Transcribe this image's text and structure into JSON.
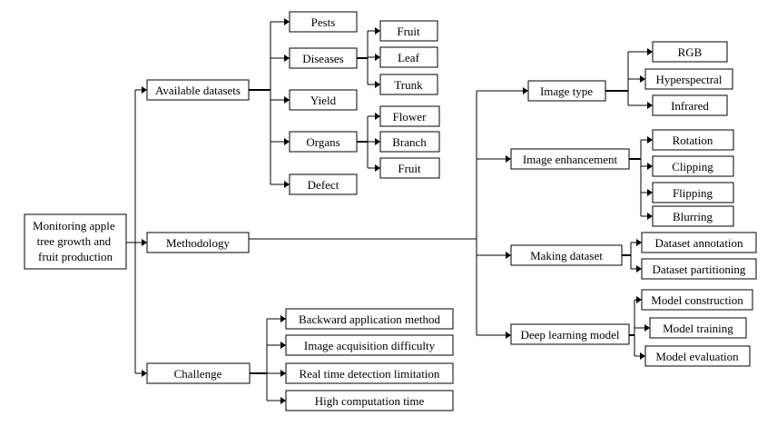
{
  "root": {
    "lines": [
      "Monitoring apple",
      "tree growth and",
      "fruit production"
    ]
  },
  "level1": {
    "available_datasets": "Available datasets",
    "methodology": "Methodology",
    "challenge": "Challenge"
  },
  "datasets": {
    "pests": "Pests",
    "diseases": "Diseases",
    "yield": "Yield",
    "organs": "Organs",
    "defect": "Defect",
    "disease_fruit": "Fruit",
    "disease_leaf": "Leaf",
    "disease_trunk": "Trunk",
    "organ_flower": "Flower",
    "organ_branch": "Branch",
    "organ_fruit": "Fruit"
  },
  "methodology": {
    "image_type": "Image type",
    "image_enhancement": "Image enhancement",
    "making_dataset": "Making dataset",
    "deep_learning_model": "Deep learning model",
    "rgb": "RGB",
    "hyperspectral": "Hyperspectral",
    "infrared": "Infrared",
    "rotation": "Rotation",
    "clipping": "Clipping",
    "flipping": "Flipping",
    "blurring": "Blurring",
    "dataset_annotation": "Dataset annotation",
    "dataset_partitioning": "Dataset partitioning",
    "model_construction": "Model construction",
    "model_training": "Model training",
    "model_evaluation": "Model evaluation"
  },
  "challenges": {
    "backward_application": "Backward application method",
    "image_acquisition": "Image acquisition difficulty",
    "real_time_detection": "Real time detection limitation",
    "high_computation": "High computation time"
  }
}
